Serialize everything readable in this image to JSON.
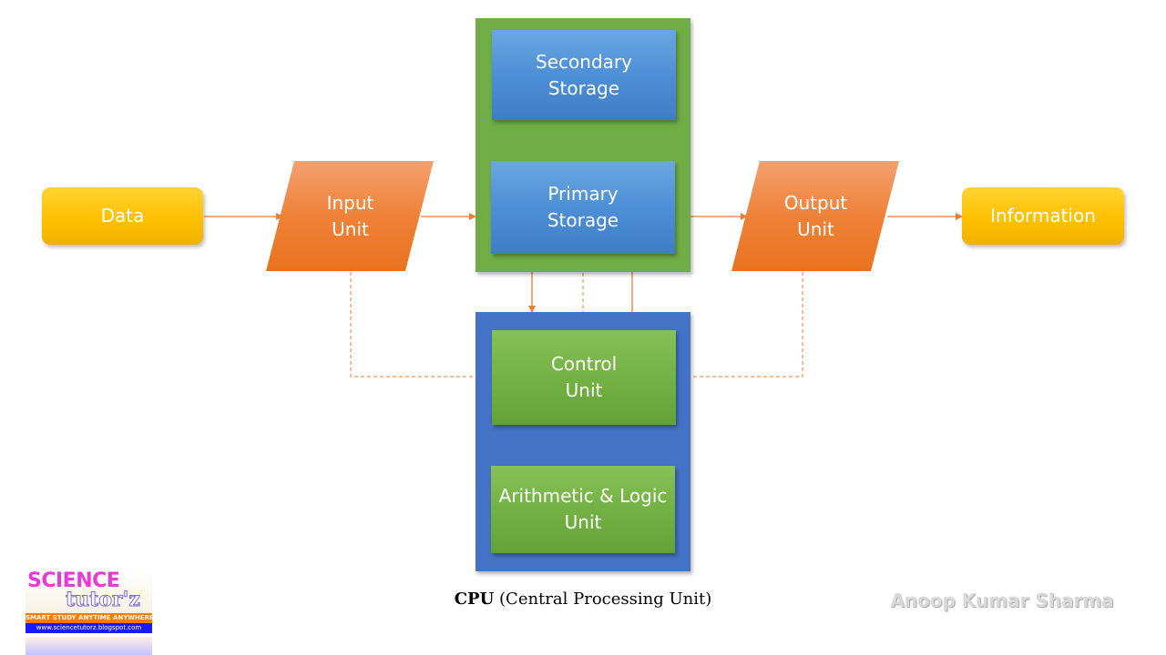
{
  "nodes": {
    "data": "Data",
    "input_unit": "Input\nUnit",
    "secondary_storage": "Secondary\nStorage",
    "primary_storage": "Primary\nStorage",
    "output_unit": "Output\nUnit",
    "information": "Information",
    "control_unit": "Control\nUnit",
    "alu": "Arithmetic & Logic\nUnit"
  },
  "caption": {
    "bold": "CPU",
    "rest": " (Central Processing Unit)"
  },
  "author": "Anoop Kumar Sharma",
  "logo": {
    "title": "SCIENCE",
    "subtitle": "tutor'z",
    "tagline": "SMART STUDY ANYTIME ANYWHERE",
    "url": "www.sciencetutorz.blogspot.com"
  },
  "colors": {
    "orange": "#ed7d31",
    "yellow": "#ffc000",
    "green": "#70ad47",
    "blue_panel": "#4472c4",
    "blue_box": "#5b9bd5",
    "connector": "#ed7d31"
  }
}
